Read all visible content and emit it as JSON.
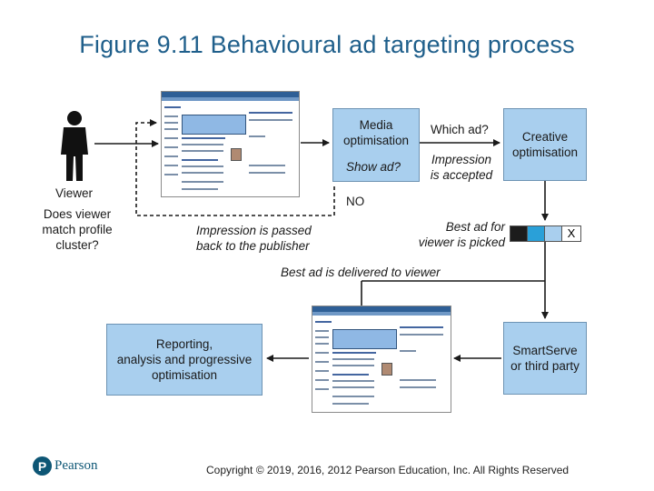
{
  "title": "Figure 9.11 Behavioural ad targeting process",
  "viewer": {
    "label": "Viewer",
    "question": [
      "Does viewer",
      "match profile",
      "cluster?"
    ]
  },
  "boxes": {
    "media": [
      "Media",
      "optimisation"
    ],
    "creative": [
      "Creative",
      "optimisation"
    ],
    "reporting": [
      "Reporting,",
      "analysis and progressive",
      "optimisation"
    ],
    "smartserve": [
      "SmartServe",
      "or third party"
    ]
  },
  "show_ad": "Show ad?",
  "which_ad": "Which ad?",
  "impression_accepted": [
    "Impression",
    "is accepted"
  ],
  "no_label": "NO",
  "impression_passed": [
    "Impression is passed",
    "back to the publisher"
  ],
  "best_ad_picked": [
    "Best ad for",
    "viewer is picked"
  ],
  "x_label": "X",
  "best_ad_delivered": "Best ad is delivered to viewer",
  "logo_text": "Pearson",
  "logo_mark": "P",
  "copyright": "Copyright © 2019, 2016, 2012 Pearson Education, Inc. All Rights Reserved",
  "colors": {
    "title": "#1f5f8b",
    "box_fill": "#a9cfee",
    "box_border": "#6d93b3",
    "pearson": "#0d5675"
  },
  "icons": [
    "person-icon",
    "webpage-screenshot",
    "webpage-screenshot"
  ]
}
